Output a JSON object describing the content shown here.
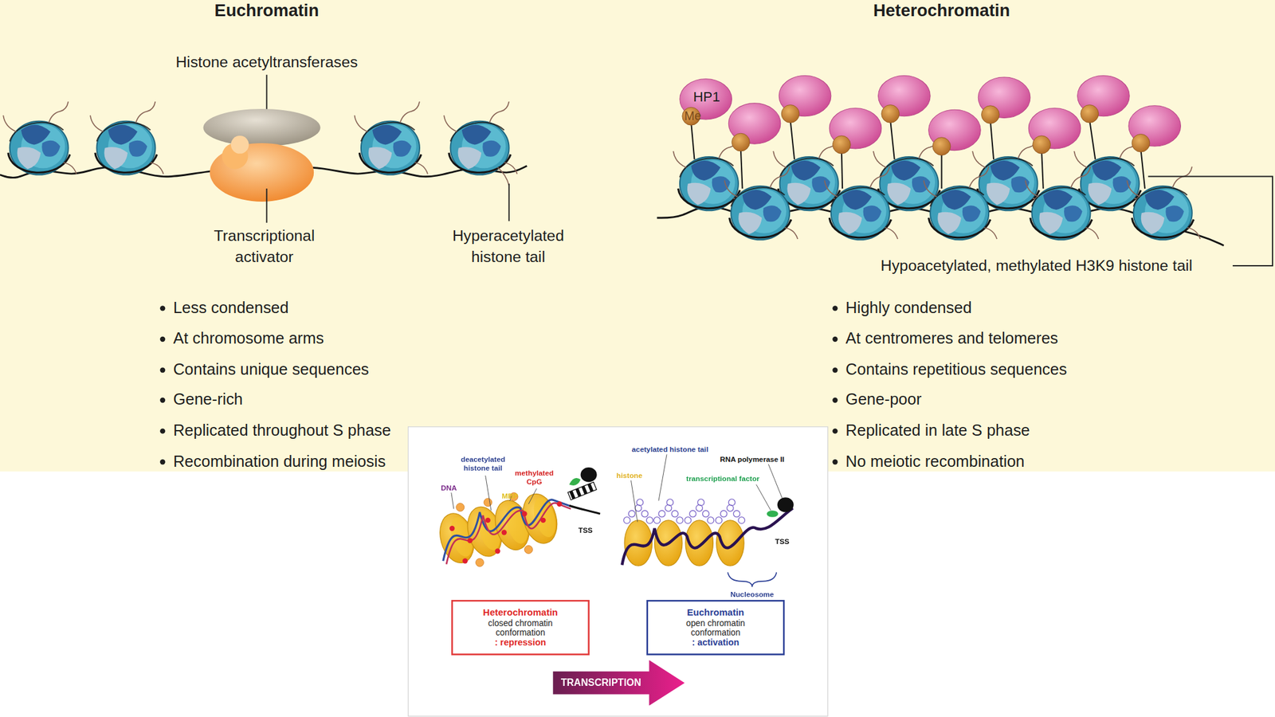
{
  "diagram": {
    "nodes": [
      {
        "text": [
          "Heterochromatin",
          "closed chromatin conformation",
          ": repression"
        ]
      },
      {
        "text": [
          "Euchromatin",
          "open chromatin conformation",
          ": activation"
        ]
      },
      {
        "text": [
          "TRANSCRIPTION"
        ]
      }
    ],
    "labels": [
      "Euchromatin",
      "Heterochromatin",
      "Histone acetyltransferases",
      "Transcriptional activator",
      "Hyperacetylated histone tail",
      "HP1",
      "Me",
      "Hypoacetylated, methylated H3K9 histone tail",
      "Less condensed",
      "At chromosome arms",
      "Contains unique sequences",
      "Gene-rich",
      "Replicated throughout S phase",
      "Recombination during meiosis",
      "Highly condensed",
      "At centromeres and telomeres",
      "Contains repetitious sequences",
      "Gene-poor",
      "Replicated in late S phase",
      "No meiotic recombination",
      "deacetylated histone tail",
      "methylated CpG",
      "DNA",
      "MBP",
      "TSS",
      "acetylated histone tail",
      "RNA polymerase II",
      "histone",
      "transcriptional factor",
      "TSS",
      "Nucleosome"
    ]
  }
}
